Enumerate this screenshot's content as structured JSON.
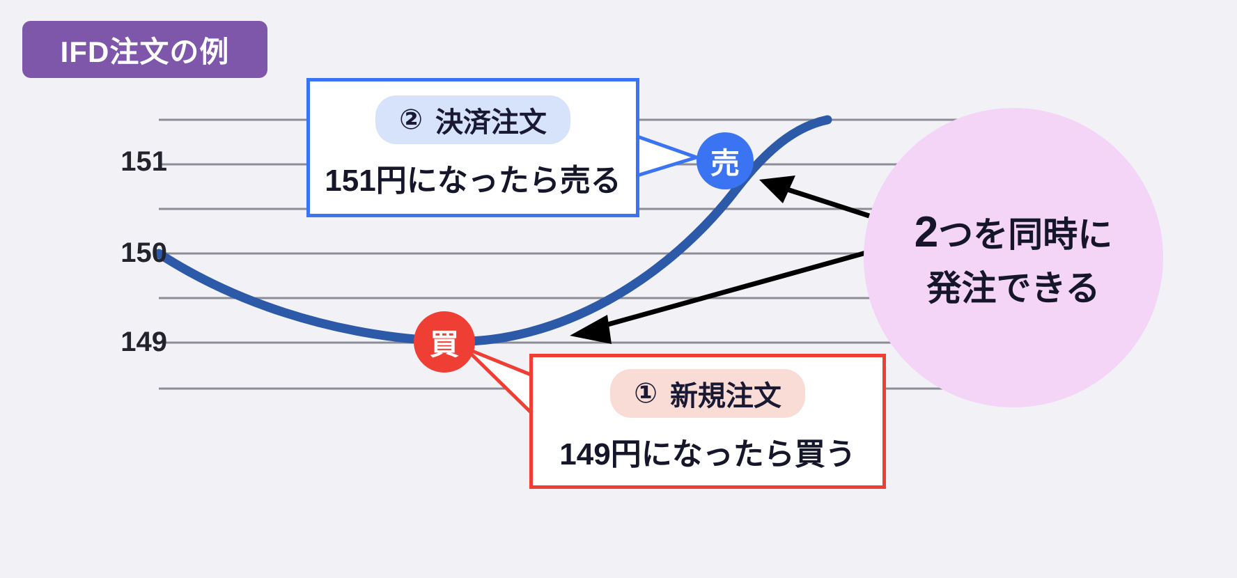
{
  "title": {
    "text": "IFD注文の例",
    "bg": "#7e57ab",
    "fg": "#ffffff"
  },
  "chart_data": {
    "type": "line",
    "title": "IFD注文の例",
    "xlabel": "",
    "ylabel": "",
    "ytick_labels": [
      "151",
      "150",
      "149"
    ],
    "ytick_values": [
      151,
      150,
      149
    ],
    "ylim": [
      148.5,
      151.7
    ],
    "grid": true,
    "gridline_count": 6,
    "legend": "none",
    "series": [
      {
        "name": "price",
        "color": "#2c5aa8",
        "x": [
          0,
          10,
          20,
          30,
          40,
          50,
          60,
          70,
          80,
          90,
          100
        ],
        "y": [
          150.0,
          149.6,
          149.35,
          149.15,
          149.03,
          149.0,
          149.12,
          149.45,
          149.95,
          150.55,
          151.3
        ]
      }
    ],
    "markers": [
      {
        "label": "買",
        "value": 149,
        "color": "#ef3e33",
        "order": 1
      },
      {
        "label": "売",
        "value": 151,
        "color": "#3b74f2",
        "order": 2
      }
    ],
    "annotations": [
      "① 新規注文 149円になったら買う",
      "② 決済注文 151円になったら売る",
      "2つを同時に発注できる"
    ]
  },
  "markers": {
    "sell": {
      "label": "売",
      "color": "#3b74f2"
    },
    "buy": {
      "label": "買",
      "color": "#ef3e33"
    }
  },
  "callouts": {
    "sell": {
      "number": "②",
      "pill_label": "決済注文",
      "main": "151円になったら売る",
      "border_color": "#3b74f2",
      "pill_bg": "#d7e2fb"
    },
    "buy": {
      "number": "①",
      "pill_label": "新規注文",
      "main": "149円になったら買う",
      "border_color": "#ef3e33",
      "pill_bg": "#fadcd7"
    }
  },
  "annotation": {
    "line1_big": "2",
    "line1_rest": "つを同時に",
    "line2": "発注できる",
    "bg": "#f4d4f7"
  }
}
